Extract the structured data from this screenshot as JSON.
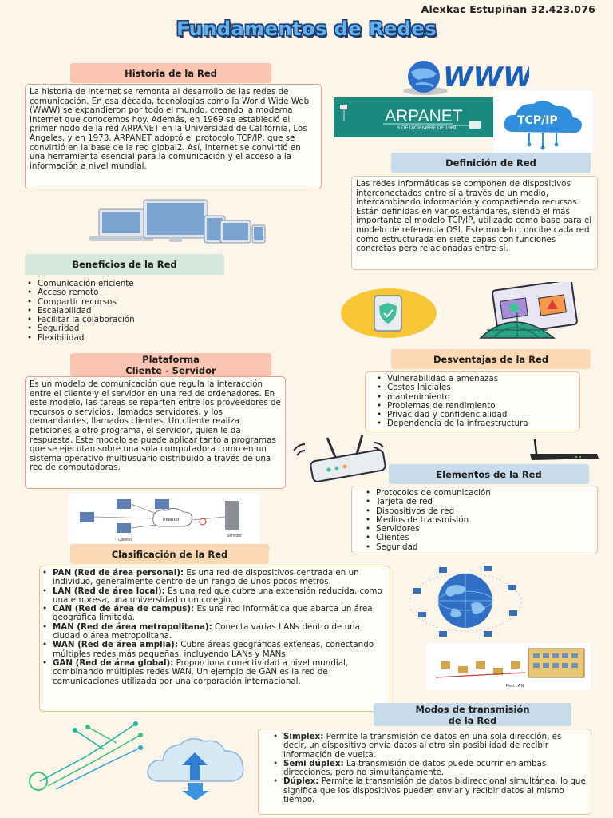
{
  "author": "Alexkac Estupiñan  32.423.076",
  "title": "Fundamentos de Redes",
  "historia": {
    "label": "Historia de la Red",
    "text": "La historia de Internet se remonta al desarrollo de las redes de comunicación. En esa década, tecnologías como la World Wide Web (WWW) se expandieron por todo el mundo, creando la moderna Internet que conocemos hoy. Además, en 1969 se estableció el primer nodo de la red ARPANET en la Universidad de California, Los Ángeles, y en 1973, ARPANET adoptó el protocolo TCP/IP, que se convirtió en la base de la red global2. Así, Internet se convirtió en una herramienta esencial para la comunicación y el acceso a la información a nivel mundial."
  },
  "images": {
    "www": "WWW",
    "arpanet": "ARPANET",
    "arpanet_date": "5 DE DICIEMBRE DE 1969",
    "tcpip": "TCP/IP",
    "internet": "Internet",
    "clientes": "Clientes",
    "servidor": "Servidor",
    "red_lan": "Red LAN"
  },
  "definicion": {
    "label": "Definición de Red",
    "text": "Las redes informáticas se componen de dispositivos interconectados entre sí a través de un medio, intercambiando información y compartiendo recursos. Están definidas en varios estándares, siendo el más importante el modelo TCP/IP, utilizado como base para el modelo de referencia OSI. Este modelo concibe cada red como estructurada en siete capas con funciones concretas pero relacionadas entre sí."
  },
  "beneficios": {
    "label": "Beneficios de la Red",
    "items": [
      "Comunicación eficiente",
      "Acceso remoto",
      "Compartir recursos",
      "Escalabilidad",
      "Facilitar la colaboración",
      "Seguridad",
      "Flexibilidad"
    ]
  },
  "plataforma": {
    "label_line1": "Plataforma",
    "label_line2": "Cliente - Servidor",
    "text": "Es un modelo de comunicación que regula la interacción entre el cliente y el servidor en una red de ordenadores. En este modelo, las tareas se reparten entre los proveedores de recursos o servicios, llamados servidores, y los demandantes, llamados clientes. Un cliente realiza peticiones a otro programa, el servidor, quien le da respuesta. Este modelo se puede aplicar tanto a programas que se ejecutan sobre una sola computadora como en un sistema operativo multiusuario distribuido a través de una red de computadoras."
  },
  "desventajas": {
    "label": "Desventajas de la Red",
    "items": [
      "Vulnerabilidad a amenazas",
      "Costos Iniciales",
      "mantenimiento",
      "Problemas de rendimiento",
      "Privacidad y confidencialidad",
      "Dependencia de la infraestructura"
    ]
  },
  "elementos": {
    "label": "Elementos de la Red",
    "items": [
      "Protocolos de comunicación",
      "Tarjeta de red",
      "Dispositivos de red",
      "Medios de transmisión",
      "Servidores",
      "Clientes",
      "Seguridad"
    ]
  },
  "clasificacion": {
    "label": "Clasificación de la Red",
    "items": [
      {
        "term": "PAN (Red de área personal):",
        "desc": " Es una red de dispositivos centrada en un individuo, generalmente dentro de un rango de unos pocos metros."
      },
      {
        "term": "LAN (Red de área local):",
        "desc": " Es una red que cubre una extensión reducida, como una empresa, una universidad o un colegio."
      },
      {
        "term": "CAN (Red de área de campus):",
        "desc": " Es una red informática que abarca un área geográfica limitada."
      },
      {
        "term": "MAN (Red de área metropolitana):",
        "desc": " Conecta varias LANs dentro de una ciudad o área metropolitana."
      },
      {
        "term": "WAN (Red de área amplia):",
        "desc": " Cubre áreas geográficas extensas, conectando múltiples redes más pequeñas, incluyendo LANs y MANs."
      },
      {
        "term": "GAN (Red de área global):",
        "desc": " Proporciona conectividad a nivel mundial, combinando múltiples redes WAN. Un ejemplo de GAN es la red de comunicaciones utilizada por una corporación internacional."
      }
    ]
  },
  "modos": {
    "label_line1": "Modos de transmisión",
    "label_line2": "de la Red",
    "items": [
      {
        "term": "Simplex:",
        "desc": " Permite la transmisión de datos en una sola dirección, es decir, un dispositivo envía datos al otro sin posibilidad de recibir información de vuelta."
      },
      {
        "term": "Semi dúplex:",
        "desc": " La transmisión de datos puede ocurrir en ambas direcciones, pero no simultáneamente."
      },
      {
        "term": "Dúplex:",
        "desc": " Permite la transmisión de datos bidireccional simultánea, lo que significa que los dispositivos pueden enviar y recibir datos al mismo tiempo."
      }
    ]
  }
}
